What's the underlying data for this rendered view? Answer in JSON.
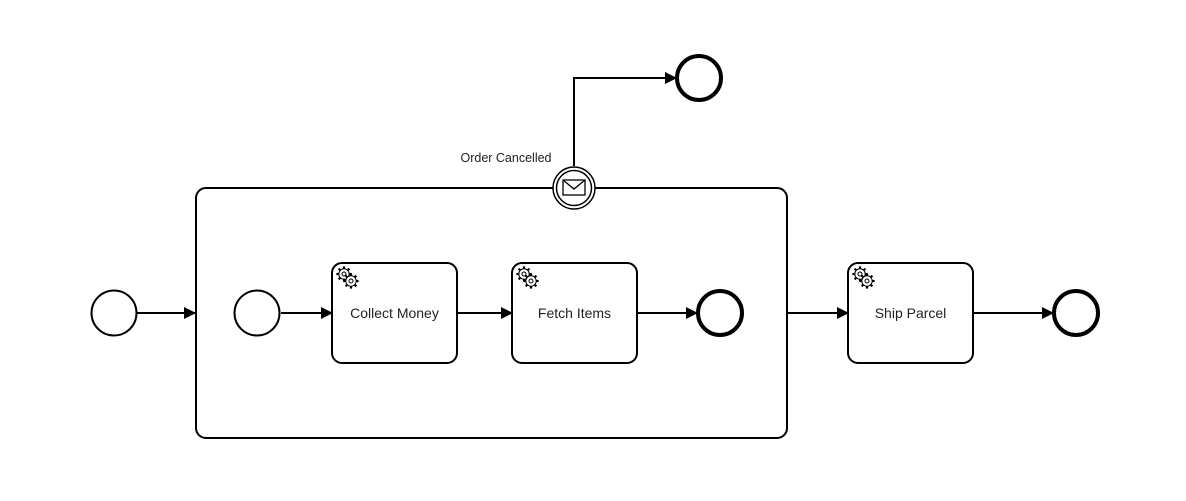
{
  "diagram": {
    "type": "bpmn-process",
    "colors": {
      "stroke": "#000000",
      "fill": "#ffffff",
      "text": "#222222"
    },
    "nodes": [
      {
        "id": "start",
        "kind": "start-event"
      },
      {
        "id": "subprocess",
        "kind": "subprocess"
      },
      {
        "id": "sub-start",
        "kind": "start-event"
      },
      {
        "id": "collect-money",
        "kind": "service-task",
        "label": "Collect Money",
        "icon": "gear-icon"
      },
      {
        "id": "fetch-items",
        "kind": "service-task",
        "label": "Fetch Items",
        "icon": "gear-icon"
      },
      {
        "id": "sub-end",
        "kind": "end-event"
      },
      {
        "id": "order-cancelled",
        "kind": "boundary-message-event",
        "label": "Order Cancelled",
        "icon": "envelope-icon"
      },
      {
        "id": "cancel-end",
        "kind": "end-event"
      },
      {
        "id": "ship-parcel",
        "kind": "service-task",
        "label": "Ship Parcel",
        "icon": "gear-icon"
      },
      {
        "id": "end",
        "kind": "end-event"
      }
    ],
    "edges": [
      {
        "from": "start",
        "to": "subprocess"
      },
      {
        "from": "sub-start",
        "to": "collect-money"
      },
      {
        "from": "collect-money",
        "to": "fetch-items"
      },
      {
        "from": "fetch-items",
        "to": "sub-end"
      },
      {
        "from": "order-cancelled",
        "to": "cancel-end"
      },
      {
        "from": "subprocess",
        "to": "ship-parcel"
      },
      {
        "from": "ship-parcel",
        "to": "end"
      }
    ]
  }
}
